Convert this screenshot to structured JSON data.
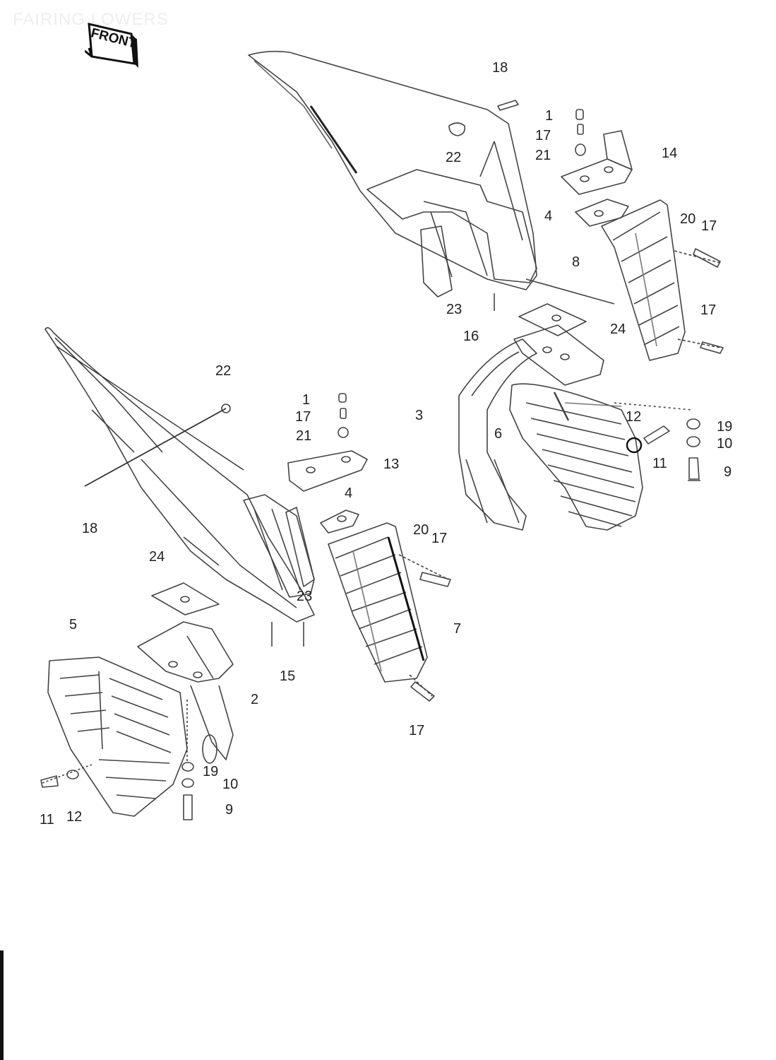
{
  "title": "FAIRING LOWERS",
  "front_label": "FRONT",
  "callouts": [
    "18",
    "1",
    "17",
    "21",
    "14",
    "22",
    "4",
    "20",
    "17",
    "8",
    "23",
    "16",
    "24",
    "17",
    "22",
    "1",
    "17",
    "21",
    "3",
    "12",
    "19",
    "10",
    "6",
    "11",
    "9",
    "13",
    "4",
    "18",
    "20",
    "17",
    "24",
    "23",
    "5",
    "7",
    "15",
    "2",
    "17",
    "19",
    "10",
    "11",
    "12",
    "9"
  ]
}
